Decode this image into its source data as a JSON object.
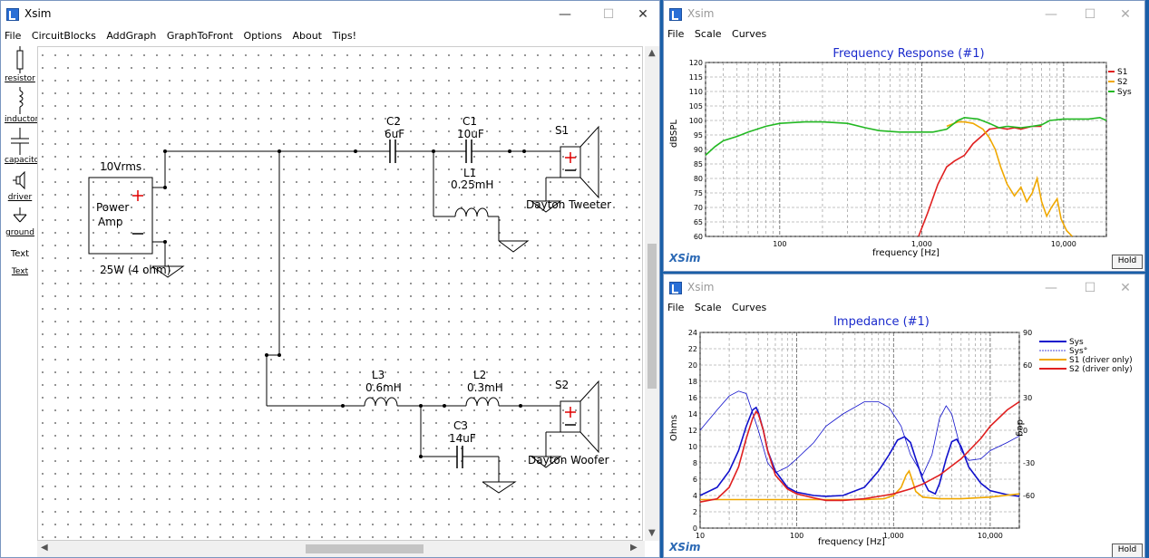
{
  "schematic_window": {
    "title": "Xsim",
    "controls": {
      "minimize": "—",
      "maximize": "☐",
      "close": "✕"
    },
    "menu": [
      "File",
      "CircuitBlocks",
      "AddGraph",
      "GraphToFront",
      "Options",
      "About",
      "Tips!"
    ],
    "palette": [
      {
        "label": "resistor",
        "icon": "resistor-icon"
      },
      {
        "label": "inductor",
        "icon": "inductor-icon"
      },
      {
        "label": "capacitor",
        "icon": "capacitor-icon"
      },
      {
        "label": "driver",
        "icon": "driver-icon"
      },
      {
        "label": "ground",
        "icon": "ground-icon"
      },
      {
        "label": "Text",
        "icon": "text-tool"
      },
      {
        "label": "Text",
        "icon": "text-tool-underlined"
      }
    ],
    "circuit": {
      "source": {
        "top": "10Vrms",
        "body": [
          "Power",
          "Amp"
        ],
        "bottom": "25W (4 ohm)"
      },
      "c2": {
        "name": "C2",
        "value": "6uF"
      },
      "c1": {
        "name": "C1",
        "value": "10uF"
      },
      "l1": {
        "name": "L1",
        "value": "0.25mH"
      },
      "s1": {
        "name": "S1",
        "label": "Dayton Tweeter"
      },
      "l3": {
        "name": "L3",
        "value": "0.6mH"
      },
      "l2": {
        "name": "L2",
        "value": "0.3mH"
      },
      "c3": {
        "name": "C3",
        "value": "14uF"
      },
      "s2": {
        "name": "S2",
        "label": "Dayton Woofer"
      }
    }
  },
  "freq_window": {
    "title": "Xsim",
    "controls": {
      "minimize": "—",
      "maximize": "☐",
      "close": "✕"
    },
    "menu": [
      "File",
      "Scale",
      "Curves"
    ],
    "logo": "XSim",
    "hold": "Hold"
  },
  "imp_window": {
    "title": "Xsim",
    "controls": {
      "minimize": "—",
      "maximize": "☐",
      "close": "✕"
    },
    "menu": [
      "File",
      "Scale",
      "Curves"
    ],
    "logo": "XSim",
    "hold": "Hold"
  },
  "chart_data": [
    {
      "type": "line",
      "title": "Frequency Response (#1)",
      "xlabel": "frequency [Hz]",
      "ylabel": "dBSPL",
      "xscale": "log",
      "xlim": [
        30,
        20000
      ],
      "ylim": [
        60,
        120
      ],
      "xticks": [
        100,
        1000,
        10000
      ],
      "xtick_labels": [
        "100",
        "1,000",
        "10,000"
      ],
      "yticks": [
        60,
        65,
        70,
        75,
        80,
        85,
        90,
        95,
        100,
        105,
        110,
        115,
        120
      ],
      "grid": true,
      "legend": "top-right",
      "series": [
        {
          "name": "S1",
          "color": "#e02020",
          "x": [
            950,
            1100,
            1300,
            1500,
            1700,
            2000,
            2300,
            2700,
            3000,
            3500,
            4000,
            4500,
            5000,
            6000,
            7000
          ],
          "y": [
            60,
            68,
            78,
            84,
            86,
            88,
            92,
            95,
            97,
            97.5,
            97,
            97.5,
            97,
            98,
            98
          ]
        },
        {
          "name": "S2",
          "color": "#f0a800",
          "x": [
            1500,
            1800,
            2000,
            2300,
            2700,
            3000,
            3300,
            3600,
            4000,
            4500,
            5000,
            5500,
            6000,
            6500,
            7000,
            7600,
            8200,
            9000,
            9600,
            10500,
            11500
          ],
          "y": [
            98,
            99.5,
            99.5,
            99,
            97,
            94,
            90,
            84,
            78,
            74,
            77,
            72,
            75,
            80,
            72,
            67,
            70,
            73,
            66,
            62,
            60
          ]
        },
        {
          "name": "Sys",
          "color": "#22b822",
          "x": [
            30,
            35,
            40,
            50,
            60,
            80,
            100,
            150,
            200,
            300,
            400,
            500,
            700,
            900,
            1200,
            1500,
            1800,
            2000,
            2500,
            3000,
            3500,
            4000,
            5000,
            6000,
            7000,
            8000,
            10000,
            12000,
            15000,
            18000,
            20000
          ],
          "y": [
            88,
            91,
            93,
            94.5,
            96,
            98,
            99,
            99.5,
            99.5,
            99,
            97.5,
            96.5,
            96,
            96,
            96,
            97,
            100,
            101,
            100.5,
            99,
            97.5,
            98,
            97.5,
            98,
            98.5,
            100,
            100.5,
            100.5,
            100.5,
            101,
            100
          ]
        }
      ]
    },
    {
      "type": "line",
      "title": "Impedance (#1)",
      "xlabel": "frequency [Hz]",
      "ylabel": "Ohms",
      "y2label": "deg",
      "xscale": "log",
      "xlim": [
        10,
        20000
      ],
      "ylim": [
        0,
        24
      ],
      "y2lim": [
        -90,
        90
      ],
      "xticks": [
        10,
        100,
        1000,
        10000
      ],
      "xtick_labels": [
        "10",
        "100",
        "1,000",
        "10,000"
      ],
      "yticks": [
        0,
        2,
        4,
        6,
        8,
        10,
        12,
        14,
        16,
        18,
        20,
        22,
        24
      ],
      "y2ticks": [
        -60,
        -30,
        0,
        30,
        60,
        90
      ],
      "grid": true,
      "legend": "top-right",
      "series": [
        {
          "name": "Sys",
          "color": "#1010cc",
          "style": "solid",
          "x": [
            10,
            15,
            20,
            25,
            30,
            35,
            38,
            40,
            45,
            50,
            60,
            80,
            100,
            150,
            200,
            300,
            500,
            700,
            900,
            1100,
            1300,
            1500,
            1700,
            2000,
            2300,
            2700,
            3000,
            3500,
            4000,
            4500,
            5000,
            6000,
            8000,
            10000,
            15000,
            20000
          ],
          "y": [
            4,
            5,
            7,
            9.5,
            12.5,
            14.5,
            14.8,
            14.2,
            12,
            9.5,
            7,
            5,
            4.4,
            4,
            3.9,
            4,
            5,
            7,
            9,
            10.8,
            11.2,
            10.5,
            8.5,
            6,
            4.6,
            4.2,
            5.5,
            8.5,
            10.6,
            10.9,
            10,
            7.5,
            5.5,
            4.6,
            4.1,
            3.9
          ]
        },
        {
          "name": "Sys°",
          "color": "#1010cc",
          "style": "dashed-thin",
          "x": [
            10,
            15,
            20,
            25,
            30,
            40,
            50,
            60,
            80,
            100,
            150,
            200,
            300,
            500,
            700,
            900,
            1200,
            1500,
            2000,
            2500,
            3000,
            3500,
            4000,
            5000,
            6000,
            8000,
            10000,
            15000,
            20000
          ],
          "y": [
            12,
            14.5,
            16.2,
            16.8,
            16.5,
            12,
            8,
            6.8,
            7.5,
            8.5,
            10.5,
            12.5,
            14,
            15.5,
            15.5,
            14.8,
            12.5,
            9,
            6.5,
            9,
            13.5,
            15,
            14,
            9.5,
            8.3,
            8.5,
            9.5,
            10.5,
            11.3
          ]
        },
        {
          "name": "S1 (driver only)",
          "color": "#f0a800",
          "style": "solid",
          "x": [
            10,
            100,
            500,
            800,
            1000,
            1200,
            1350,
            1450,
            1550,
            1700,
            2000,
            3000,
            5000,
            10000,
            20000
          ],
          "y": [
            3.5,
            3.5,
            3.5,
            3.6,
            4,
            5,
            6.5,
            7,
            6,
            4.5,
            3.8,
            3.6,
            3.6,
            3.8,
            4.2
          ]
        },
        {
          "name": "S2 (driver only)",
          "color": "#e02020",
          "style": "solid",
          "x": [
            10,
            15,
            20,
            25,
            30,
            35,
            38,
            40,
            45,
            50,
            60,
            80,
            100,
            150,
            200,
            300,
            500,
            800,
            1000,
            1500,
            2000,
            3000,
            5000,
            8000,
            10000,
            15000,
            20000
          ],
          "y": [
            3.2,
            3.6,
            5,
            7.5,
            11,
            13.5,
            14.3,
            14,
            12,
            9.5,
            6.5,
            4.8,
            4.2,
            3.7,
            3.4,
            3.4,
            3.6,
            4,
            4.2,
            4.8,
            5.4,
            6.5,
            8.5,
            11,
            12.5,
            14.5,
            15.5
          ]
        }
      ]
    }
  ]
}
